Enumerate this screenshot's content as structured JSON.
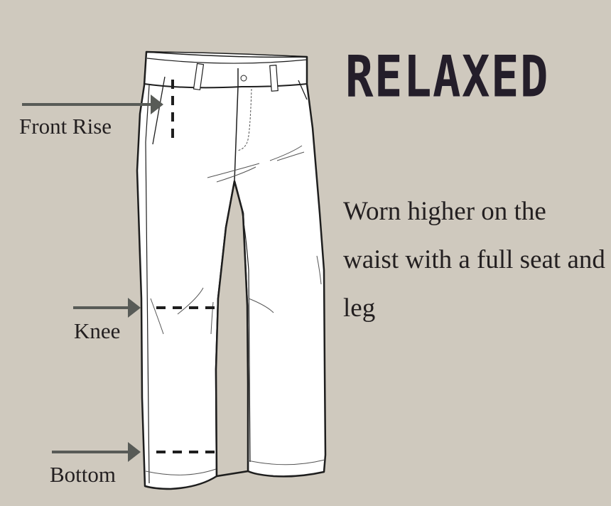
{
  "title": "RELAXED",
  "description": "Worn higher on the waist with a full seat and leg",
  "labels": {
    "front_rise": "Front Rise",
    "knee": "Knee",
    "bottom": "Bottom"
  },
  "colors": {
    "background": "#cfc9be",
    "text": "#231f20",
    "title": "#241e2a",
    "arrow": "#585b57",
    "pants_fill": "#ffffff",
    "outline": "#1e1e1e"
  }
}
